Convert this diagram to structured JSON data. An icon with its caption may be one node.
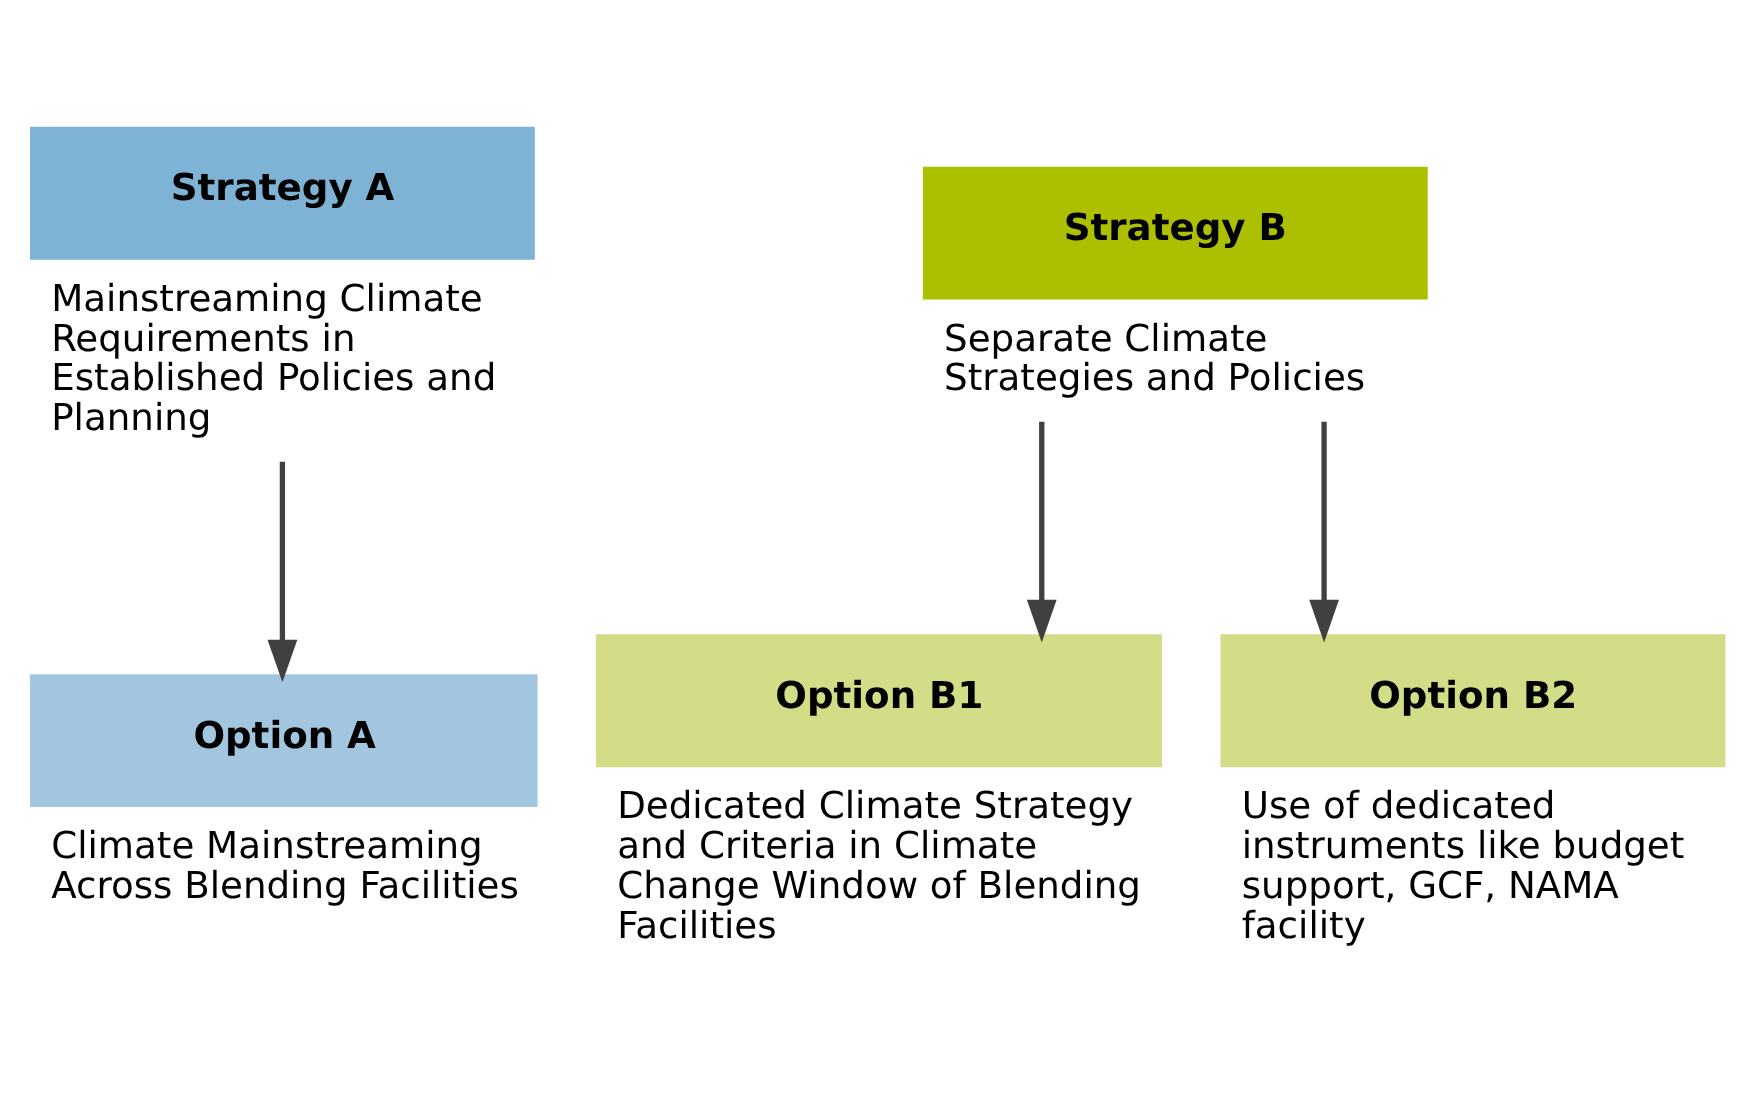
{
  "diagram": {
    "nodes": [
      {
        "text": [
          "Strategy A",
          "Mainstreaming Climate Requirements in Established Policies and Planning"
        ]
      },
      {
        "text": [
          "Strategy B",
          "Separate Climate Strategies and Policies"
        ]
      },
      {
        "text": [
          "Option A",
          "Climate Mainstreaming Across Blending Facilities"
        ]
      },
      {
        "text": [
          "Option B1",
          "Dedicated Climate Strategy and Criteria in Climate Change Window of Blending Facilities"
        ]
      },
      {
        "text": [
          "Option B2",
          "Use of dedicated instruments like budget support, GCF, NAMA facility"
        ]
      }
    ],
    "edges": [
      {
        "from": 0,
        "to": 2,
        "arrow": "to"
      },
      {
        "from": 1,
        "to": 3,
        "arrow": "to"
      },
      {
        "from": 1,
        "to": 4,
        "arrow": "to"
      }
    ]
  }
}
